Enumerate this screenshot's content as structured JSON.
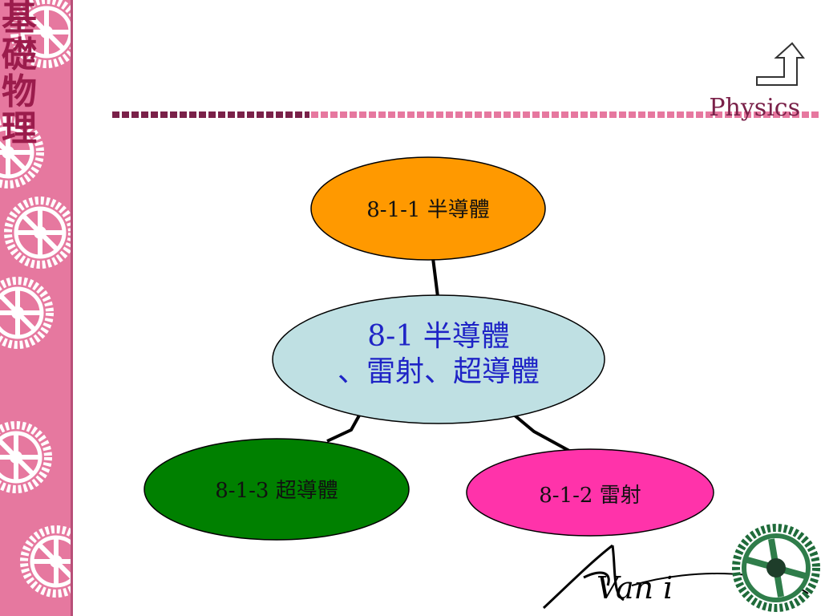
{
  "sidebar": {
    "title_chars": [
      "基",
      "礎",
      "物",
      "理"
    ],
    "bg_color": "#e6789f",
    "gear_icon": "gear-icon"
  },
  "header": {
    "subject": "Physics",
    "return_icon": "return-arrow-icon"
  },
  "diagram": {
    "center": {
      "line1": "8-1 半導體",
      "line2": "、雷射、超導體",
      "fill": "#bfe0e3",
      "text_color": "#1f24c6"
    },
    "top": {
      "label": "8-1-1 半導體",
      "fill": "#ff9900"
    },
    "left": {
      "label": "8-1-3 超導體",
      "fill": "#008000"
    },
    "right": {
      "label": "8-1-2 雷射",
      "fill": "#ff33aa"
    }
  },
  "footer": {
    "logo_text": "Van i"
  }
}
